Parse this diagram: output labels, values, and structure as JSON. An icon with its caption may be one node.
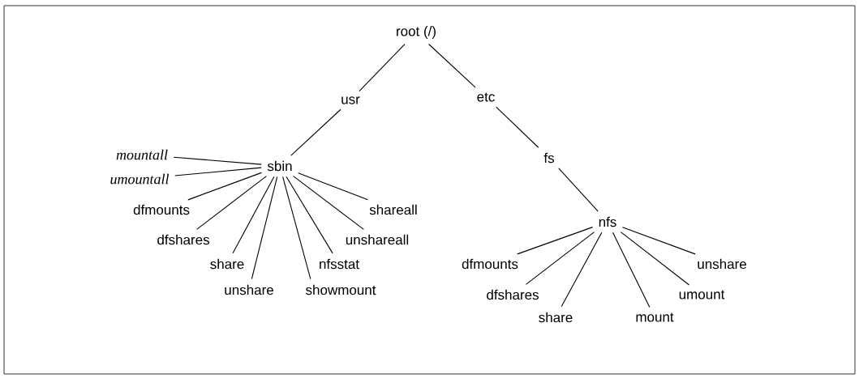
{
  "diagram": {
    "nodes": [
      {
        "text": [
          "root (/)"
        ]
      },
      {
        "text": [
          "usr"
        ]
      },
      {
        "text": [
          "etc"
        ]
      },
      {
        "text": [
          "sbin"
        ]
      },
      {
        "text": [
          "fs"
        ]
      },
      {
        "text": [
          "nfs"
        ]
      },
      {
        "text": [
          "mountall"
        ]
      },
      {
        "text": [
          "umountall"
        ]
      },
      {
        "text": [
          "dfmounts"
        ]
      },
      {
        "text": [
          "dfshares"
        ]
      },
      {
        "text": [
          "share"
        ]
      },
      {
        "text": [
          "unshare"
        ]
      },
      {
        "text": [
          "showmount"
        ]
      },
      {
        "text": [
          "nfsstat"
        ]
      },
      {
        "text": [
          "unshareall"
        ]
      },
      {
        "text": [
          "shareall"
        ]
      },
      {
        "text": [
          "dfmounts"
        ]
      },
      {
        "text": [
          "dfshares"
        ]
      },
      {
        "text": [
          "share"
        ]
      },
      {
        "text": [
          "mount"
        ]
      },
      {
        "text": [
          "umount"
        ]
      },
      {
        "text": [
          "unshare"
        ]
      }
    ],
    "edges": [
      {
        "from": 0,
        "to": 1,
        "arrow": "none"
      },
      {
        "from": 0,
        "to": 2,
        "arrow": "none"
      },
      {
        "from": 1,
        "to": 3,
        "arrow": "none"
      },
      {
        "from": 2,
        "to": 4,
        "arrow": "none"
      },
      {
        "from": 4,
        "to": 5,
        "arrow": "none"
      },
      {
        "from": 3,
        "to": 6,
        "arrow": "none"
      },
      {
        "from": 3,
        "to": 7,
        "arrow": "none"
      },
      {
        "from": 3,
        "to": 8,
        "arrow": "none"
      },
      {
        "from": 3,
        "to": 9,
        "arrow": "none"
      },
      {
        "from": 3,
        "to": 10,
        "arrow": "none"
      },
      {
        "from": 3,
        "to": 11,
        "arrow": "none"
      },
      {
        "from": 3,
        "to": 12,
        "arrow": "none"
      },
      {
        "from": 3,
        "to": 13,
        "arrow": "none"
      },
      {
        "from": 3,
        "to": 14,
        "arrow": "none"
      },
      {
        "from": 3,
        "to": 15,
        "arrow": "none"
      },
      {
        "from": 5,
        "to": 16,
        "arrow": "none"
      },
      {
        "from": 5,
        "to": 17,
        "arrow": "none"
      },
      {
        "from": 5,
        "to": 18,
        "arrow": "none"
      },
      {
        "from": 5,
        "to": 19,
        "arrow": "none"
      },
      {
        "from": 5,
        "to": 20,
        "arrow": "none"
      },
      {
        "from": 5,
        "to": 21,
        "arrow": "none"
      }
    ]
  }
}
